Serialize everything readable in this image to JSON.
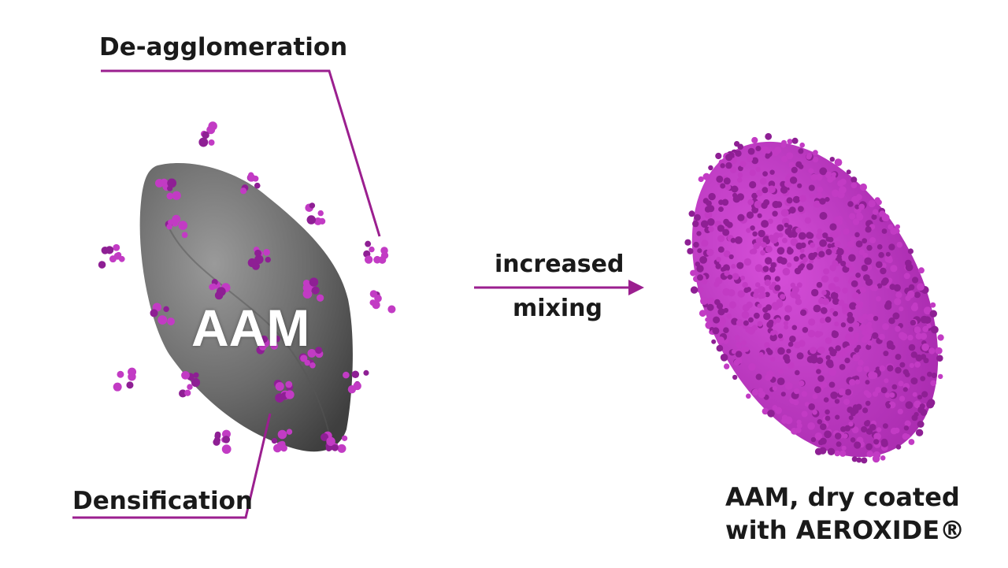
{
  "labels": {
    "deagglomeration": "De-agglomeration",
    "densification": "Densification",
    "process_line1": "increased",
    "process_line2": "mixing",
    "particle": "AAM",
    "result_line1": "AAM, dry coated",
    "result_line2": "with AEROXIDE®"
  },
  "colors": {
    "accent": "#9b1f8f",
    "particle": "#c23bc4",
    "particle_dark": "#8e1f94",
    "core": "#6f6f6f"
  }
}
